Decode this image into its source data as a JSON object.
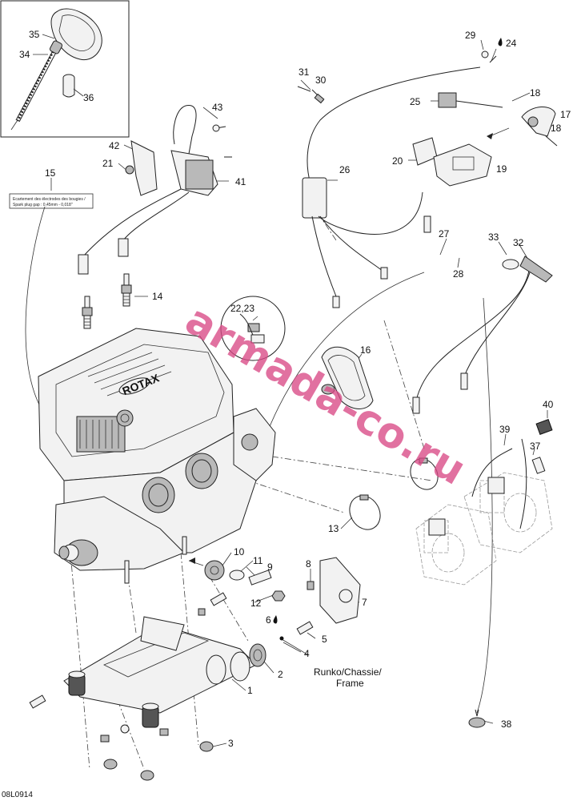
{
  "diagram": {
    "code": "08L0914",
    "watermark": "armada-co.ru",
    "callouts": {
      "c1": "1",
      "c2": "2",
      "c3": "3",
      "c4": "4",
      "c5": "5",
      "c6": "6",
      "c7": "7",
      "c8": "8",
      "c9": "9",
      "c10": "10",
      "c11": "11",
      "c12": "12",
      "c13": "13",
      "c14": "14",
      "c15": "15",
      "c16": "16",
      "c17": "17",
      "c18a": "18",
      "c18b": "18",
      "c19": "19",
      "c20": "20",
      "c21": "21",
      "c2223": "22,23",
      "c24": "24",
      "c25": "25",
      "c26": "26",
      "c27": "27",
      "c28": "28",
      "c29": "29",
      "c30": "30",
      "c31": "31",
      "c32": "32",
      "c33": "33",
      "c34": "34",
      "c35": "35",
      "c36": "36",
      "c37": "37",
      "c38": "38",
      "c39": "39",
      "c40": "40",
      "c41": "41",
      "c42": "42",
      "c43": "43"
    },
    "frame_note": {
      "line1": "Runko/Chassie/",
      "line2": "Frame"
    },
    "spark_label": {
      "line1": "Ecartement des électrodes des bougies /",
      "line2": "Spark plug gap :   0,45mm - 0,018\""
    },
    "engine_text": {
      "brand": "ROTAX"
    },
    "colors": {
      "line": "#222222",
      "watermark": "#d94a86"
    },
    "icons": {
      "loctite_6": "drop-icon",
      "loctite_24": "drop-icon"
    }
  }
}
